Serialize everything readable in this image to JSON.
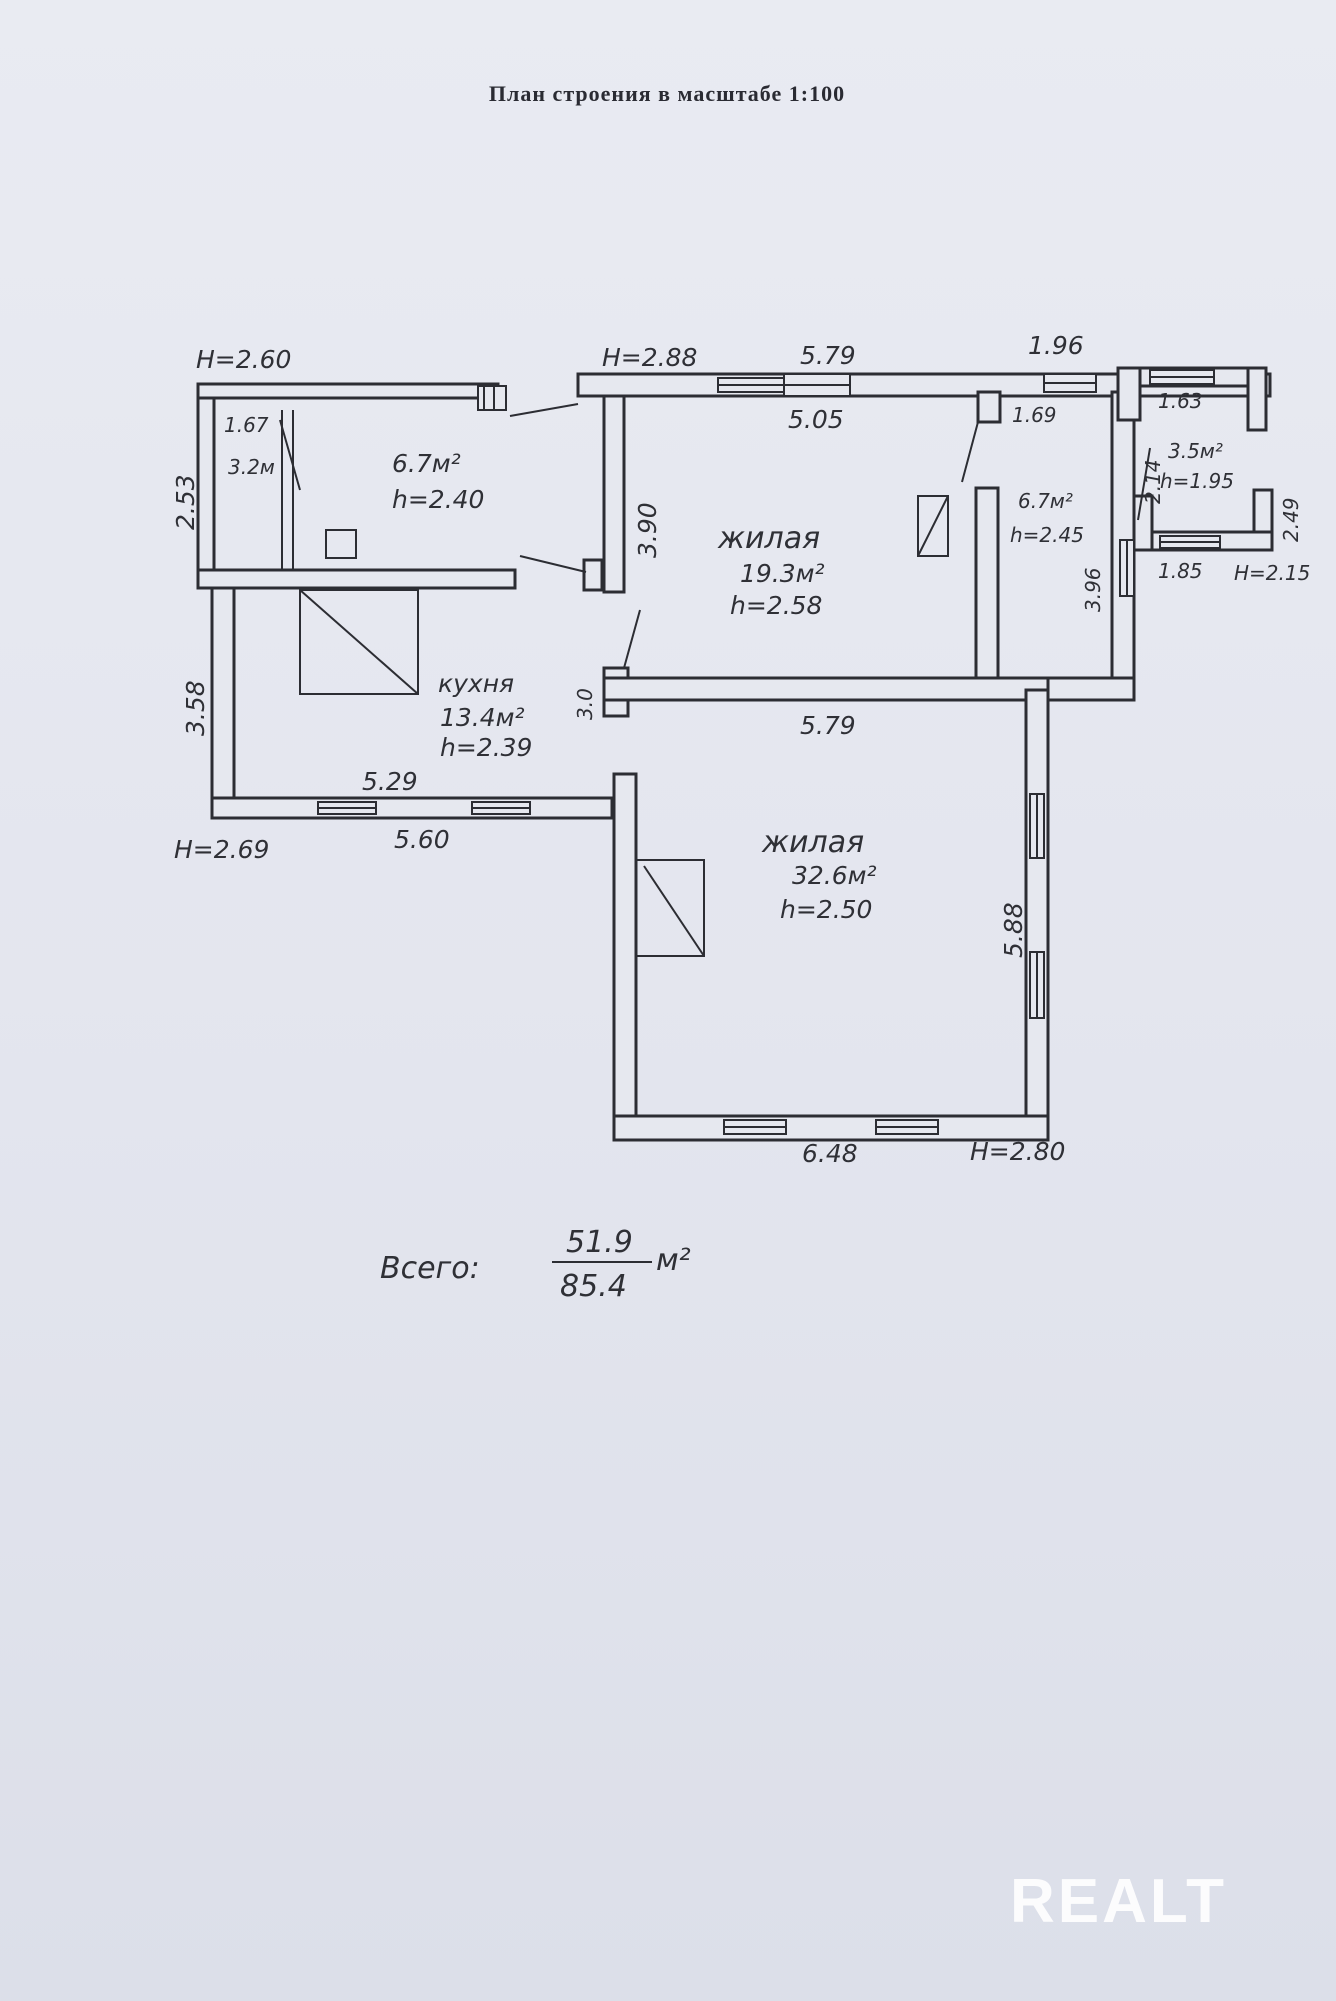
{
  "title": "План строения в масштабе 1:100",
  "rooms": {
    "storage": {
      "area": "6.7м²",
      "height": "h=2.40",
      "sub_width": "1.67",
      "sub_area": "3.2м"
    },
    "kitchen": {
      "name": "кухня",
      "area": "13.4м²",
      "height": "h=2.39"
    },
    "living_small": {
      "name": "жилая",
      "area": "19.3м²",
      "height": "h=2.58"
    },
    "corridor": {
      "area": "6.7м²",
      "height": "h=2.45"
    },
    "porch": {
      "area": "3.5м²",
      "height": "h=1.95"
    },
    "living_large": {
      "name": "жилая",
      "area": "32.6м²",
      "height": "h=2.50"
    }
  },
  "heights": {
    "h_top_left": "H=2.60",
    "h_top_mid": "H=2.88",
    "h_bottom_left": "H=2.69",
    "h_porch": "H=2.15",
    "h_bottom_right": "H=2.80"
  },
  "dimensions": {
    "d_579_top": "5.79",
    "d_196": "1.96",
    "d_505": "5.05",
    "d_169": "1.69",
    "d_163": "1.63",
    "d_253": "2.53",
    "d_390": "3.90",
    "d_214": "2.14",
    "d_249": "2.49",
    "d_396": "3.96",
    "d_185": "1.85",
    "d_30": "3.0",
    "d_358": "3.58",
    "d_579_mid": "5.79",
    "d_529": "5.29",
    "d_560": "5.60",
    "d_588": "5.88",
    "d_648": "6.48"
  },
  "total": {
    "label": "Всего:",
    "numerator": "51.9",
    "denominator": "85.4",
    "unit": "м²"
  },
  "watermark": "REALT"
}
